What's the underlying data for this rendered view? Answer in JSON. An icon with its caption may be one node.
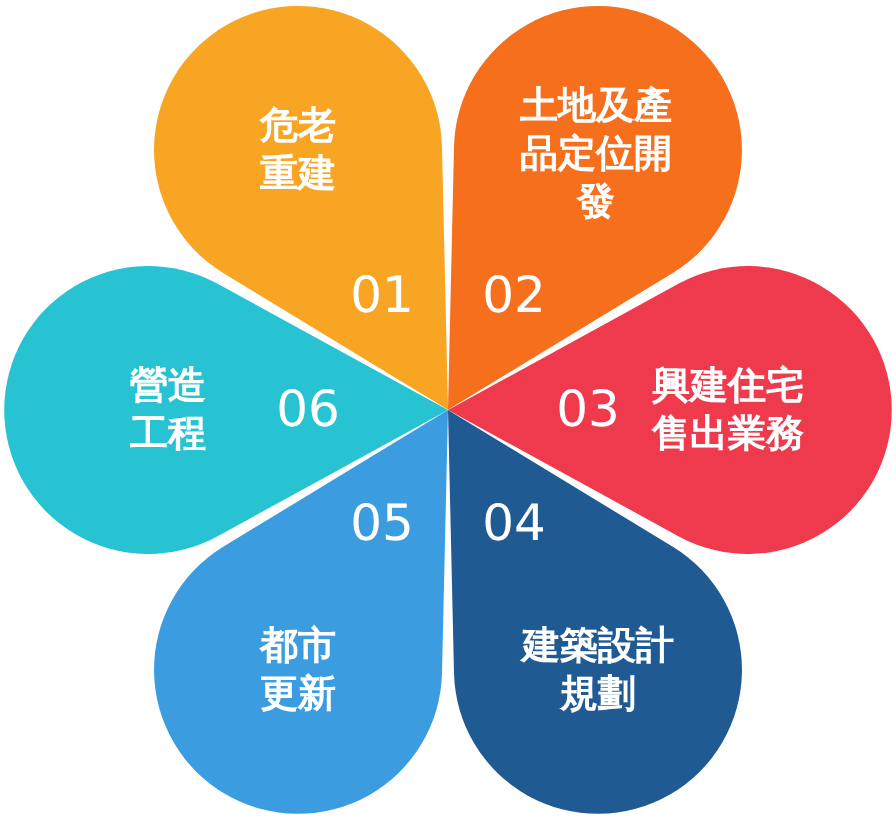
{
  "diagram": {
    "nodes": [
      {
        "text": [
          "危老重建",
          "01"
        ]
      },
      {
        "text": [
          "土地及產品定位開發",
          "02"
        ]
      },
      {
        "text": [
          "03",
          "興建住宅售出業務"
        ]
      },
      {
        "text": [
          "04",
          "建築設計規劃"
        ]
      },
      {
        "text": [
          "05",
          "都市更新"
        ]
      },
      {
        "text": [
          "營造工程",
          "06"
        ]
      }
    ]
  }
}
